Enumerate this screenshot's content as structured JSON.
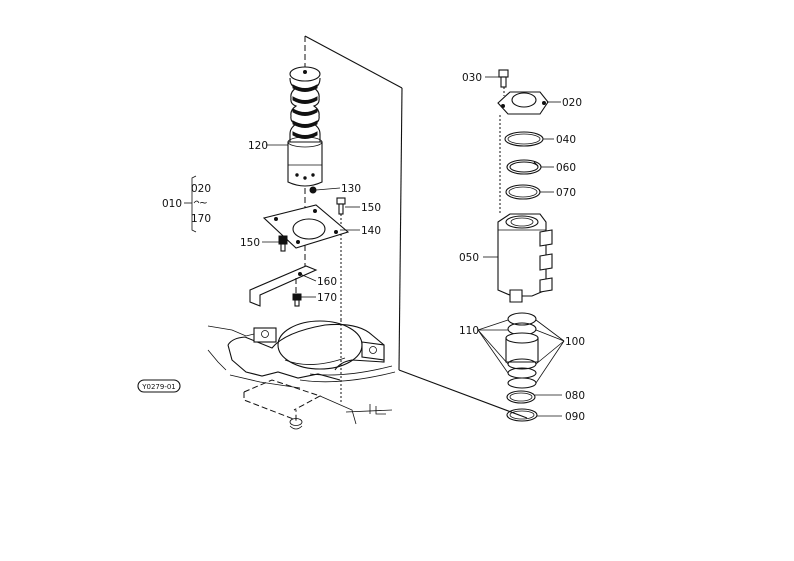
{
  "diagram": {
    "drawing_code": "Y0279-01",
    "callouts": {
      "c010": "010",
      "c020a": "020",
      "tilde": "~",
      "c170a": "170",
      "c120": "120",
      "c130": "130",
      "c150a": "150",
      "c140": "140",
      "c150b": "150",
      "c160": "160",
      "c170b": "170",
      "c030": "030",
      "c020b": "020",
      "c040": "040",
      "c060": "060",
      "c070": "070",
      "c050": "050",
      "c110": "110",
      "c100": "100",
      "c080": "080",
      "c090": "090"
    }
  }
}
